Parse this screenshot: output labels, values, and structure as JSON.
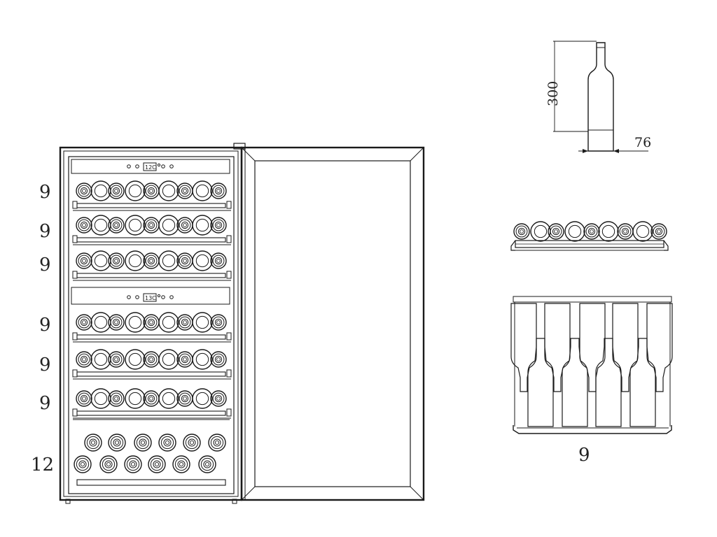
{
  "fridge": {
    "zones": [
      {
        "display": "12C"
      },
      {
        "display": "13C"
      }
    ],
    "shelf_counts": [
      "9",
      "9",
      "9",
      "9",
      "9",
      "9",
      "12"
    ]
  },
  "bottle_dimensions": {
    "height": "300",
    "diameter": "76"
  },
  "shelf_detail": {
    "count": "9"
  }
}
